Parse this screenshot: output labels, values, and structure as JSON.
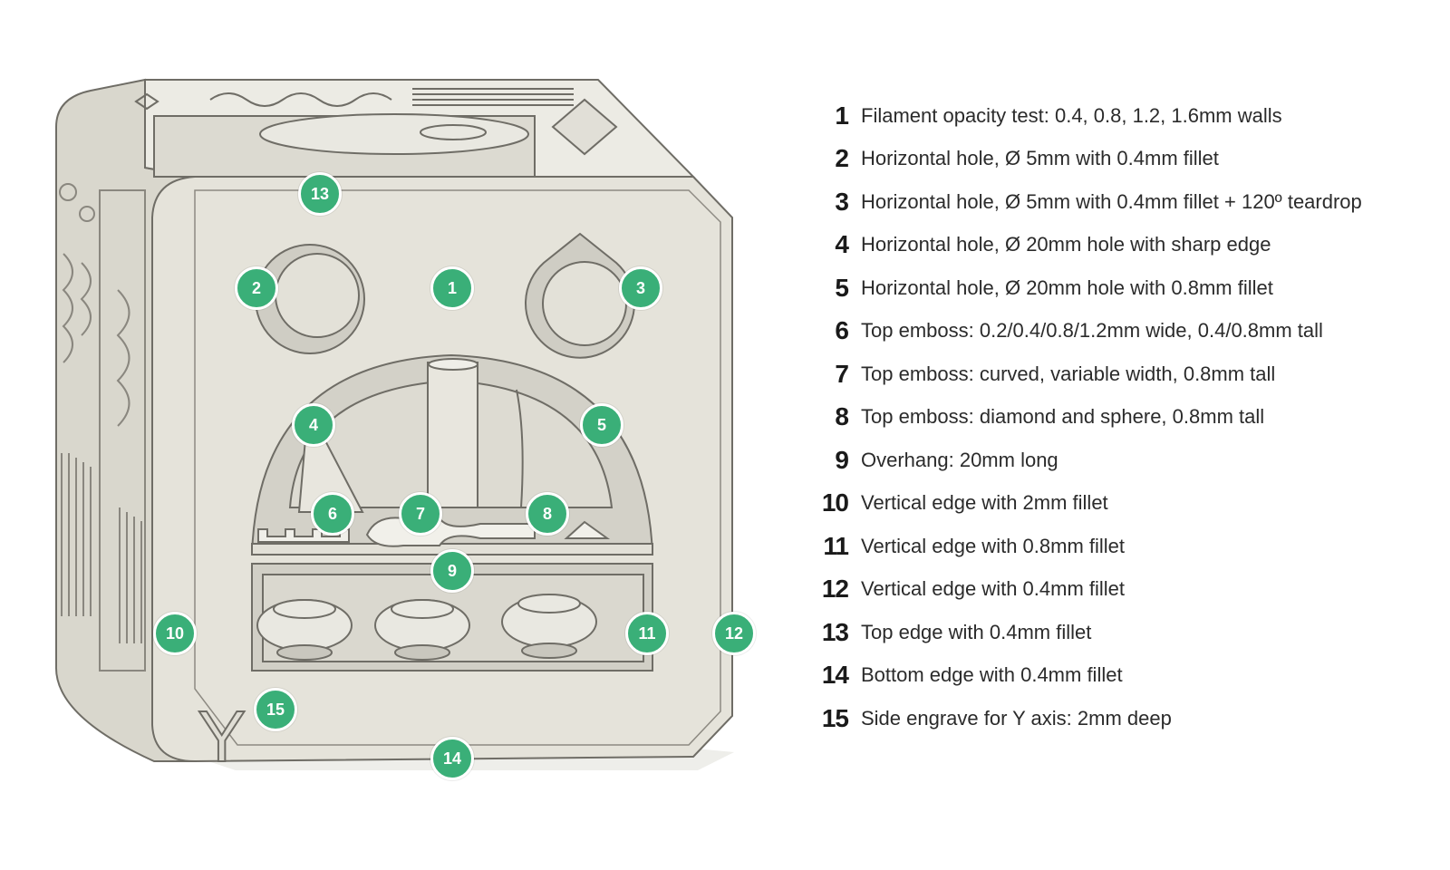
{
  "colors": {
    "marker": "#3aaf78",
    "marker_text": "#ffffff",
    "cube_face": "#e4e2d9",
    "cube_side": "#d8d6cc",
    "cube_top": "#ecebe4",
    "cube_edge": "#6f6d66",
    "cube_inner": "#cfcdc4"
  },
  "cube": {
    "engrave_letter": "Y"
  },
  "markers": [
    {
      "n": "1"
    },
    {
      "n": "2"
    },
    {
      "n": "3"
    },
    {
      "n": "4"
    },
    {
      "n": "5"
    },
    {
      "n": "6"
    },
    {
      "n": "7"
    },
    {
      "n": "8"
    },
    {
      "n": "9"
    },
    {
      "n": "10"
    },
    {
      "n": "11"
    },
    {
      "n": "12"
    },
    {
      "n": "13"
    },
    {
      "n": "14"
    },
    {
      "n": "15"
    }
  ],
  "legend": [
    {
      "num": "1",
      "text": "Filament opacity test: 0.4, 0.8, 1.2, 1.6mm walls"
    },
    {
      "num": "2",
      "text": "Horizontal hole, Ø 5mm with 0.4mm fillet"
    },
    {
      "num": "3",
      "text": "Horizontal hole, Ø 5mm with 0.4mm fillet + 120º teardrop"
    },
    {
      "num": "4",
      "text": "Horizontal hole, Ø 20mm hole with sharp edge"
    },
    {
      "num": "5",
      "text": "Horizontal hole, Ø 20mm hole with 0.8mm fillet"
    },
    {
      "num": "6",
      "text": "Top emboss: 0.2/0.4/0.8/1.2mm wide, 0.4/0.8mm tall"
    },
    {
      "num": "7",
      "text": "Top emboss: curved, variable width, 0.8mm tall"
    },
    {
      "num": "8",
      "text": "Top emboss: diamond and sphere, 0.8mm tall"
    },
    {
      "num": "9",
      "text": "Overhang: 20mm long"
    },
    {
      "num": "10",
      "text": "Vertical edge with 2mm fillet"
    },
    {
      "num": "11",
      "text": "Vertical edge with 0.8mm fillet"
    },
    {
      "num": "12",
      "text": "Vertical edge with 0.4mm fillet"
    },
    {
      "num": "13",
      "text": "Top edge with 0.4mm fillet"
    },
    {
      "num": "14",
      "text": "Bottom edge with 0.4mm fillet"
    },
    {
      "num": "15",
      "text": "Side engrave for Y axis: 2mm deep"
    }
  ]
}
